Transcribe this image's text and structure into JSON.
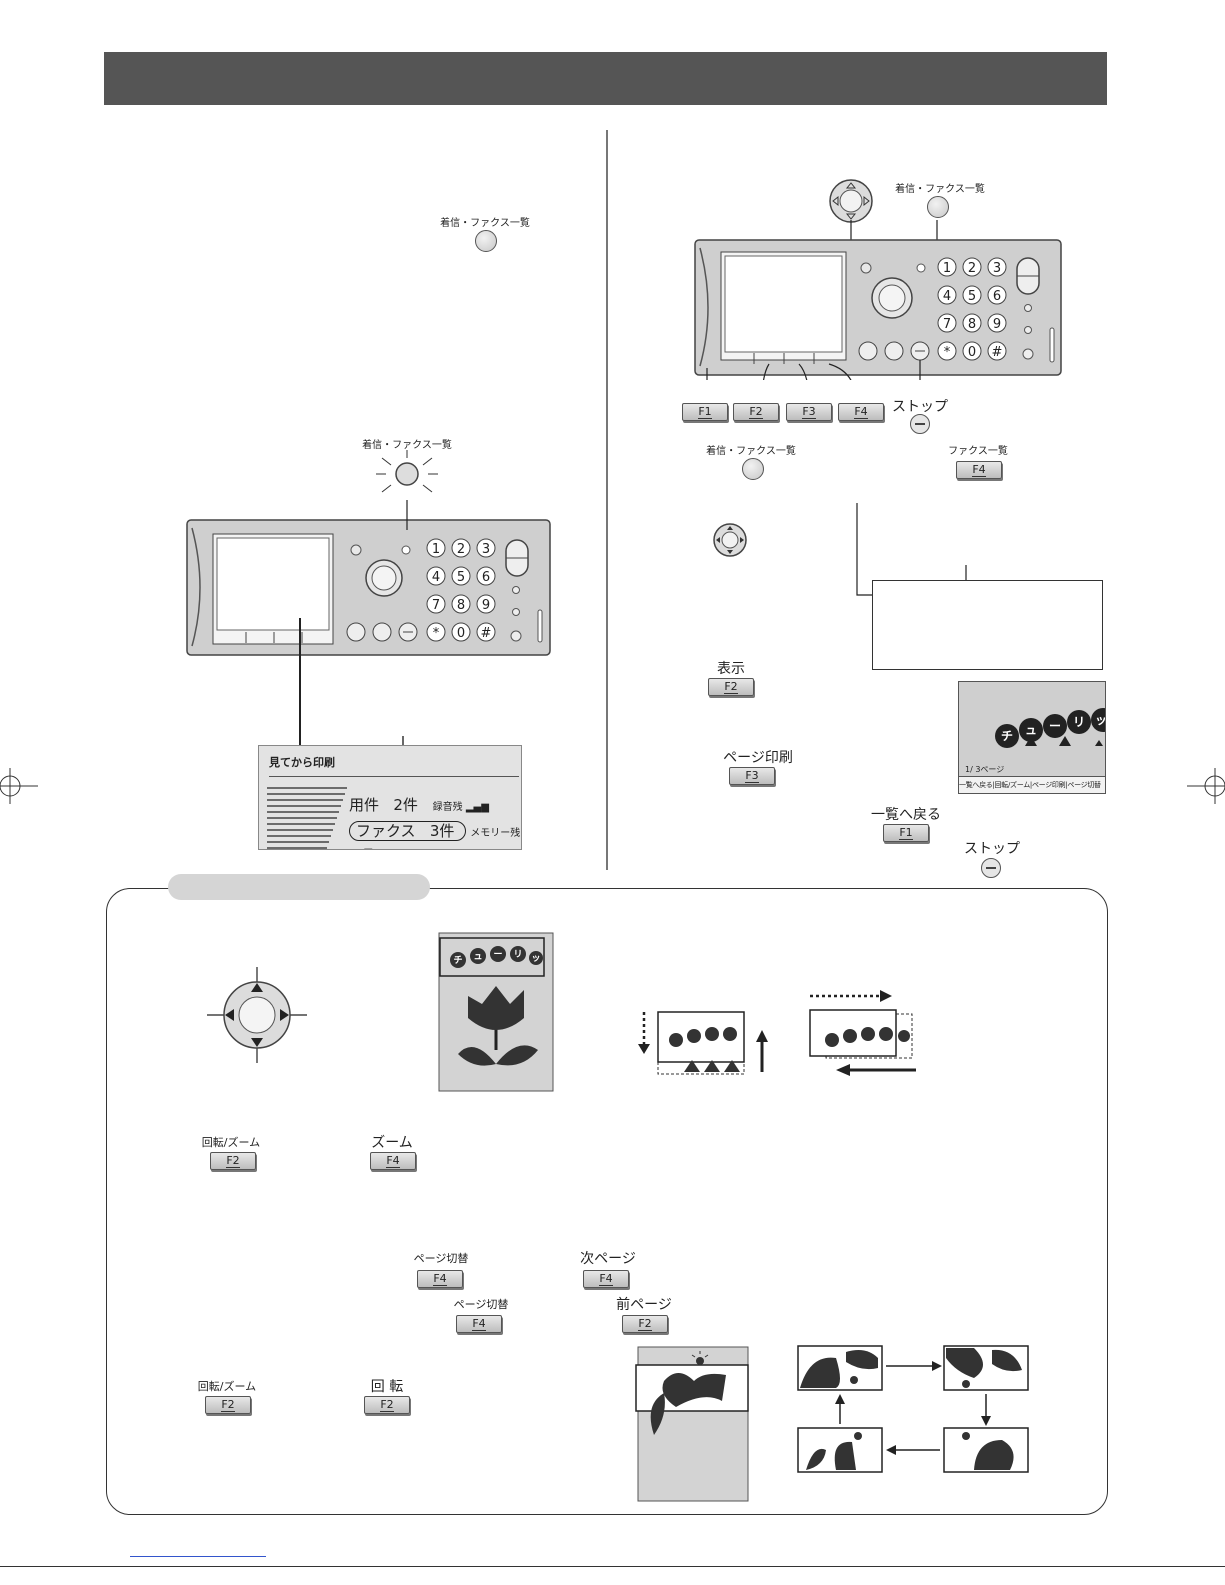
{
  "colors": {
    "header_bar": "#555555",
    "panel_gray": "#cccccc",
    "lcd": "#ffffff"
  },
  "buttons": {
    "incoming_fax_list": "着信・ファクス一覧",
    "stop": "ストップ",
    "f1": "F1",
    "f2": "F2",
    "f3": "F3",
    "f4": "F4"
  },
  "keypad": [
    "1",
    "2",
    "3",
    "4",
    "5",
    "6",
    "7",
    "8",
    "9",
    "*",
    "0",
    "#"
  ],
  "soft_keys": {
    "fax_list": "ファクス一覧",
    "display": "表示",
    "page_print": "ページ印刷",
    "back_to_list": "一覧へ戻る",
    "rotate_zoom": "回転/ズーム",
    "zoom": "ズーム",
    "page_switch": "ページ切替",
    "next_page": "次ページ",
    "prev_page": "前ページ",
    "rotate": "回 転"
  },
  "lcd_table": {
    "title": "見てから印刷",
    "row1_label": "用件",
    "row1_count": "2件",
    "row1_status": "録音残",
    "row2_label": "ファクス",
    "row2_count": "3件",
    "row2_status": "メモリー残"
  },
  "preview_screen": {
    "image_text": "チューリップ",
    "page_indicator": "1/ 3ページ",
    "menu": "一覧へ戻る|回転/ズーム|ページ印刷|ページ切替"
  },
  "tulip_text": "チューリップ"
}
